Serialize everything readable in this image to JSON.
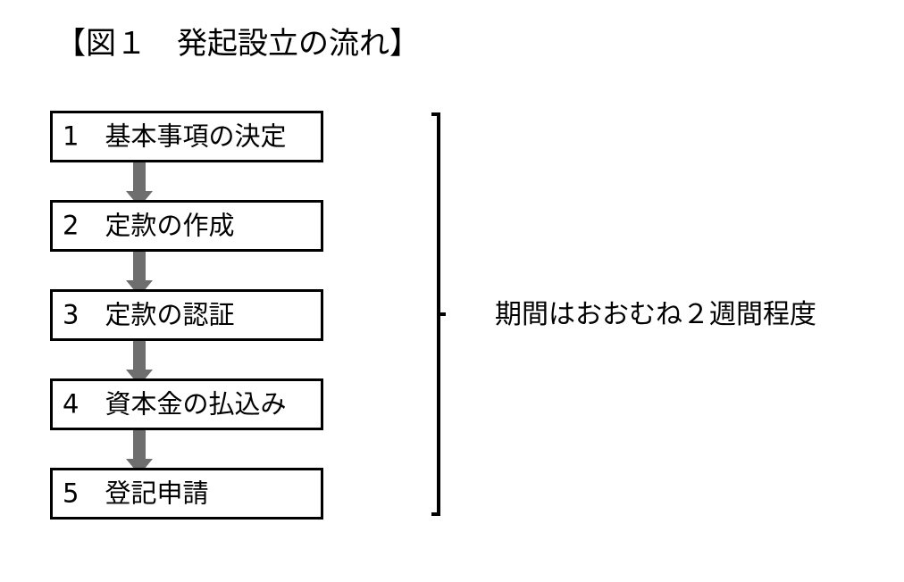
{
  "figure": {
    "title": "【図１　発起設立の流れ】",
    "background_color": "#ffffff",
    "line_color": "#000000",
    "arrow_color": "#6e6e6e"
  },
  "flow": {
    "steps": [
      {
        "number": "1",
        "label": "1　基本事項の決定"
      },
      {
        "number": "2",
        "label": "2　定款の作成"
      },
      {
        "number": "3",
        "label": "3　定款の認証"
      },
      {
        "number": "4",
        "label": "4　資本金の払込み"
      },
      {
        "number": "5",
        "label": "5　登記申請"
      }
    ],
    "connector_icon": "down-arrow-icon",
    "connector_count": 4
  },
  "annotation": {
    "bracket_icon": "right-square-bracket-icon",
    "text": "期間はおおむね２週間程度",
    "spans_steps": "1-5"
  }
}
